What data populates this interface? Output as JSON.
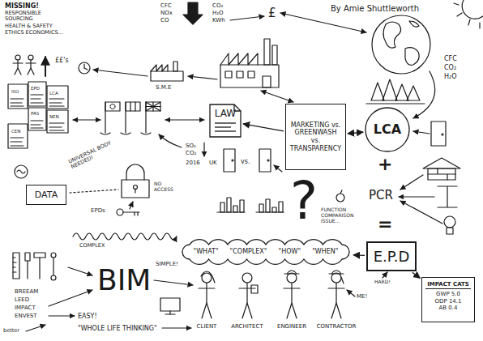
{
  "diagram": {
    "nodes": [
      {
        "text": [
          "LAW"
        ]
      },
      {
        "text": [
          "MARKETING vs. GREENWASH vs. TRANSPARENCY"
        ]
      },
      {
        "text": [
          "LCA"
        ]
      },
      {
        "text": [
          "E.P.D"
        ]
      },
      {
        "text": [
          "IMPACT CATS",
          "GWP 5.0",
          "ODP 14.1",
          "AB 0.4"
        ]
      },
      {
        "text": [
          "DATA"
        ]
      },
      {
        "text": [
          "\"WHAT\"",
          "\"COMPLEX\"",
          "\"HOW\"",
          "\"WHEN\""
        ]
      }
    ],
    "edges": [
      {
        "from": 1,
        "to": 0,
        "arrow": "to"
      },
      {
        "from": 1,
        "to": 2,
        "arrow": "both"
      },
      {
        "from": 3,
        "to": 4,
        "arrow": "to"
      },
      {
        "from": 3,
        "to": 6,
        "arrow": "to"
      }
    ],
    "labels": [
      "By Amie Shuttleworth",
      "MISSING!",
      "RESPONSIBLE SOURCING",
      "HEALTH & SAFETY",
      "ETHICS ECONOMICS...",
      "CFC",
      "NOx",
      "CO",
      "CO₂",
      "H₂O",
      "KWh",
      "£",
      "££'s",
      "S.M.E",
      "CFC",
      "CO₂",
      "H₂O",
      "ISO",
      "EPD",
      "LCA",
      "PAS",
      "NEN",
      "CEN",
      "UNIVERSAL BODY NEEDED!",
      "SO₂",
      "CO₂",
      "2016",
      "UK",
      "NO ACCESS",
      "vs.",
      "EPDs",
      "COMPLEX",
      "?",
      "FUNCTION COMPARISON ISSUE...",
      "+",
      "PCR",
      "=",
      "BIM",
      "HARD!",
      "ME!",
      "CLIENT",
      "ARCHITECT",
      "ENGINEER",
      "CONTRACTOR",
      "BREEAM",
      "LEED",
      "IMPACT",
      "ENVEST",
      "EASY!",
      "better",
      "\"WHOLE LIFE THINKING\"",
      "SIMPLE!"
    ]
  }
}
